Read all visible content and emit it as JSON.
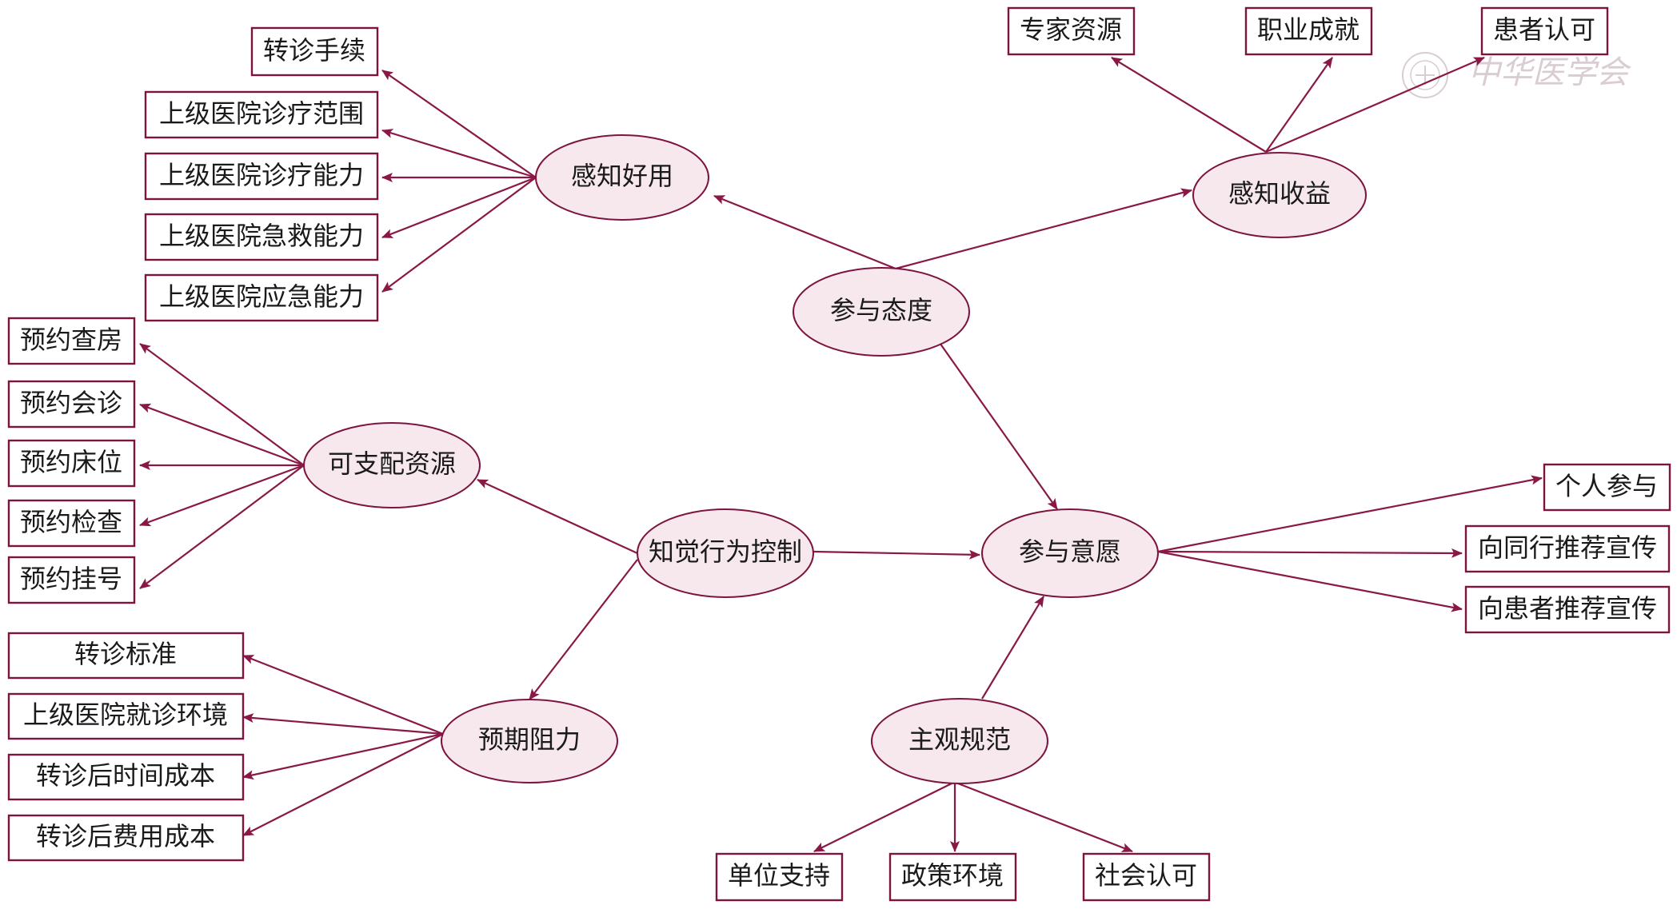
{
  "colors": {
    "accent": "#8a1846",
    "node_fill": "#f6e8ed",
    "box_border": "#7d1440"
  },
  "nodes": {
    "ganzhi_haoyong": "感知好用",
    "ganzhi_shouyi": "感知收益",
    "canyu_taidu": "参与态度",
    "kezhipei_ziyuan": "可支配资源",
    "zhijue_xingwei_kongzhi": "知觉行为控制",
    "canyu_yiyuan": "参与意愿",
    "yuqi_zuli": "预期阻力",
    "zhuguan_guifan": "主观规范"
  },
  "boxes": {
    "zhuanzhen_shouxu": "转诊手续",
    "shangji_zhenliao_fanwei": "上级医院诊疗范围",
    "shangji_zhenliao_nengli": "上级医院诊疗能力",
    "shangji_jijiu_nengli": "上级医院急救能力",
    "shangji_yingji_nengli": "上级医院应急能力",
    "zhuanjia_ziyuan": "专家资源",
    "zhiye_chengjiu": "职业成就",
    "huanzhe_renke": "患者认可",
    "yuyue_chafang": "预约查房",
    "yuyue_huizhen": "预约会诊",
    "yuyue_chuangwei": "预约床位",
    "yuyue_jiancha": "预约检查",
    "yuyue_guahao": "预约挂号",
    "geren_canyu": "个人参与",
    "xiang_tonghang_tuijian": "向同行推荐宣传",
    "xiang_huanzhe_tuijian": "向患者推荐宣传",
    "zhuanzhen_biaozhun": "转诊标准",
    "shangji_jiuzhen_huanjing": "上级医院就诊环境",
    "zhuanzhen_shijian_chengben": "转诊后时间成本",
    "zhuanzhen_feiyong_chengben": "转诊后费用成本",
    "danwei_zhichi": "单位支持",
    "zhengce_huanjing": "政策环境",
    "shehui_renke": "社会认可"
  },
  "watermark": "中华医学会"
}
